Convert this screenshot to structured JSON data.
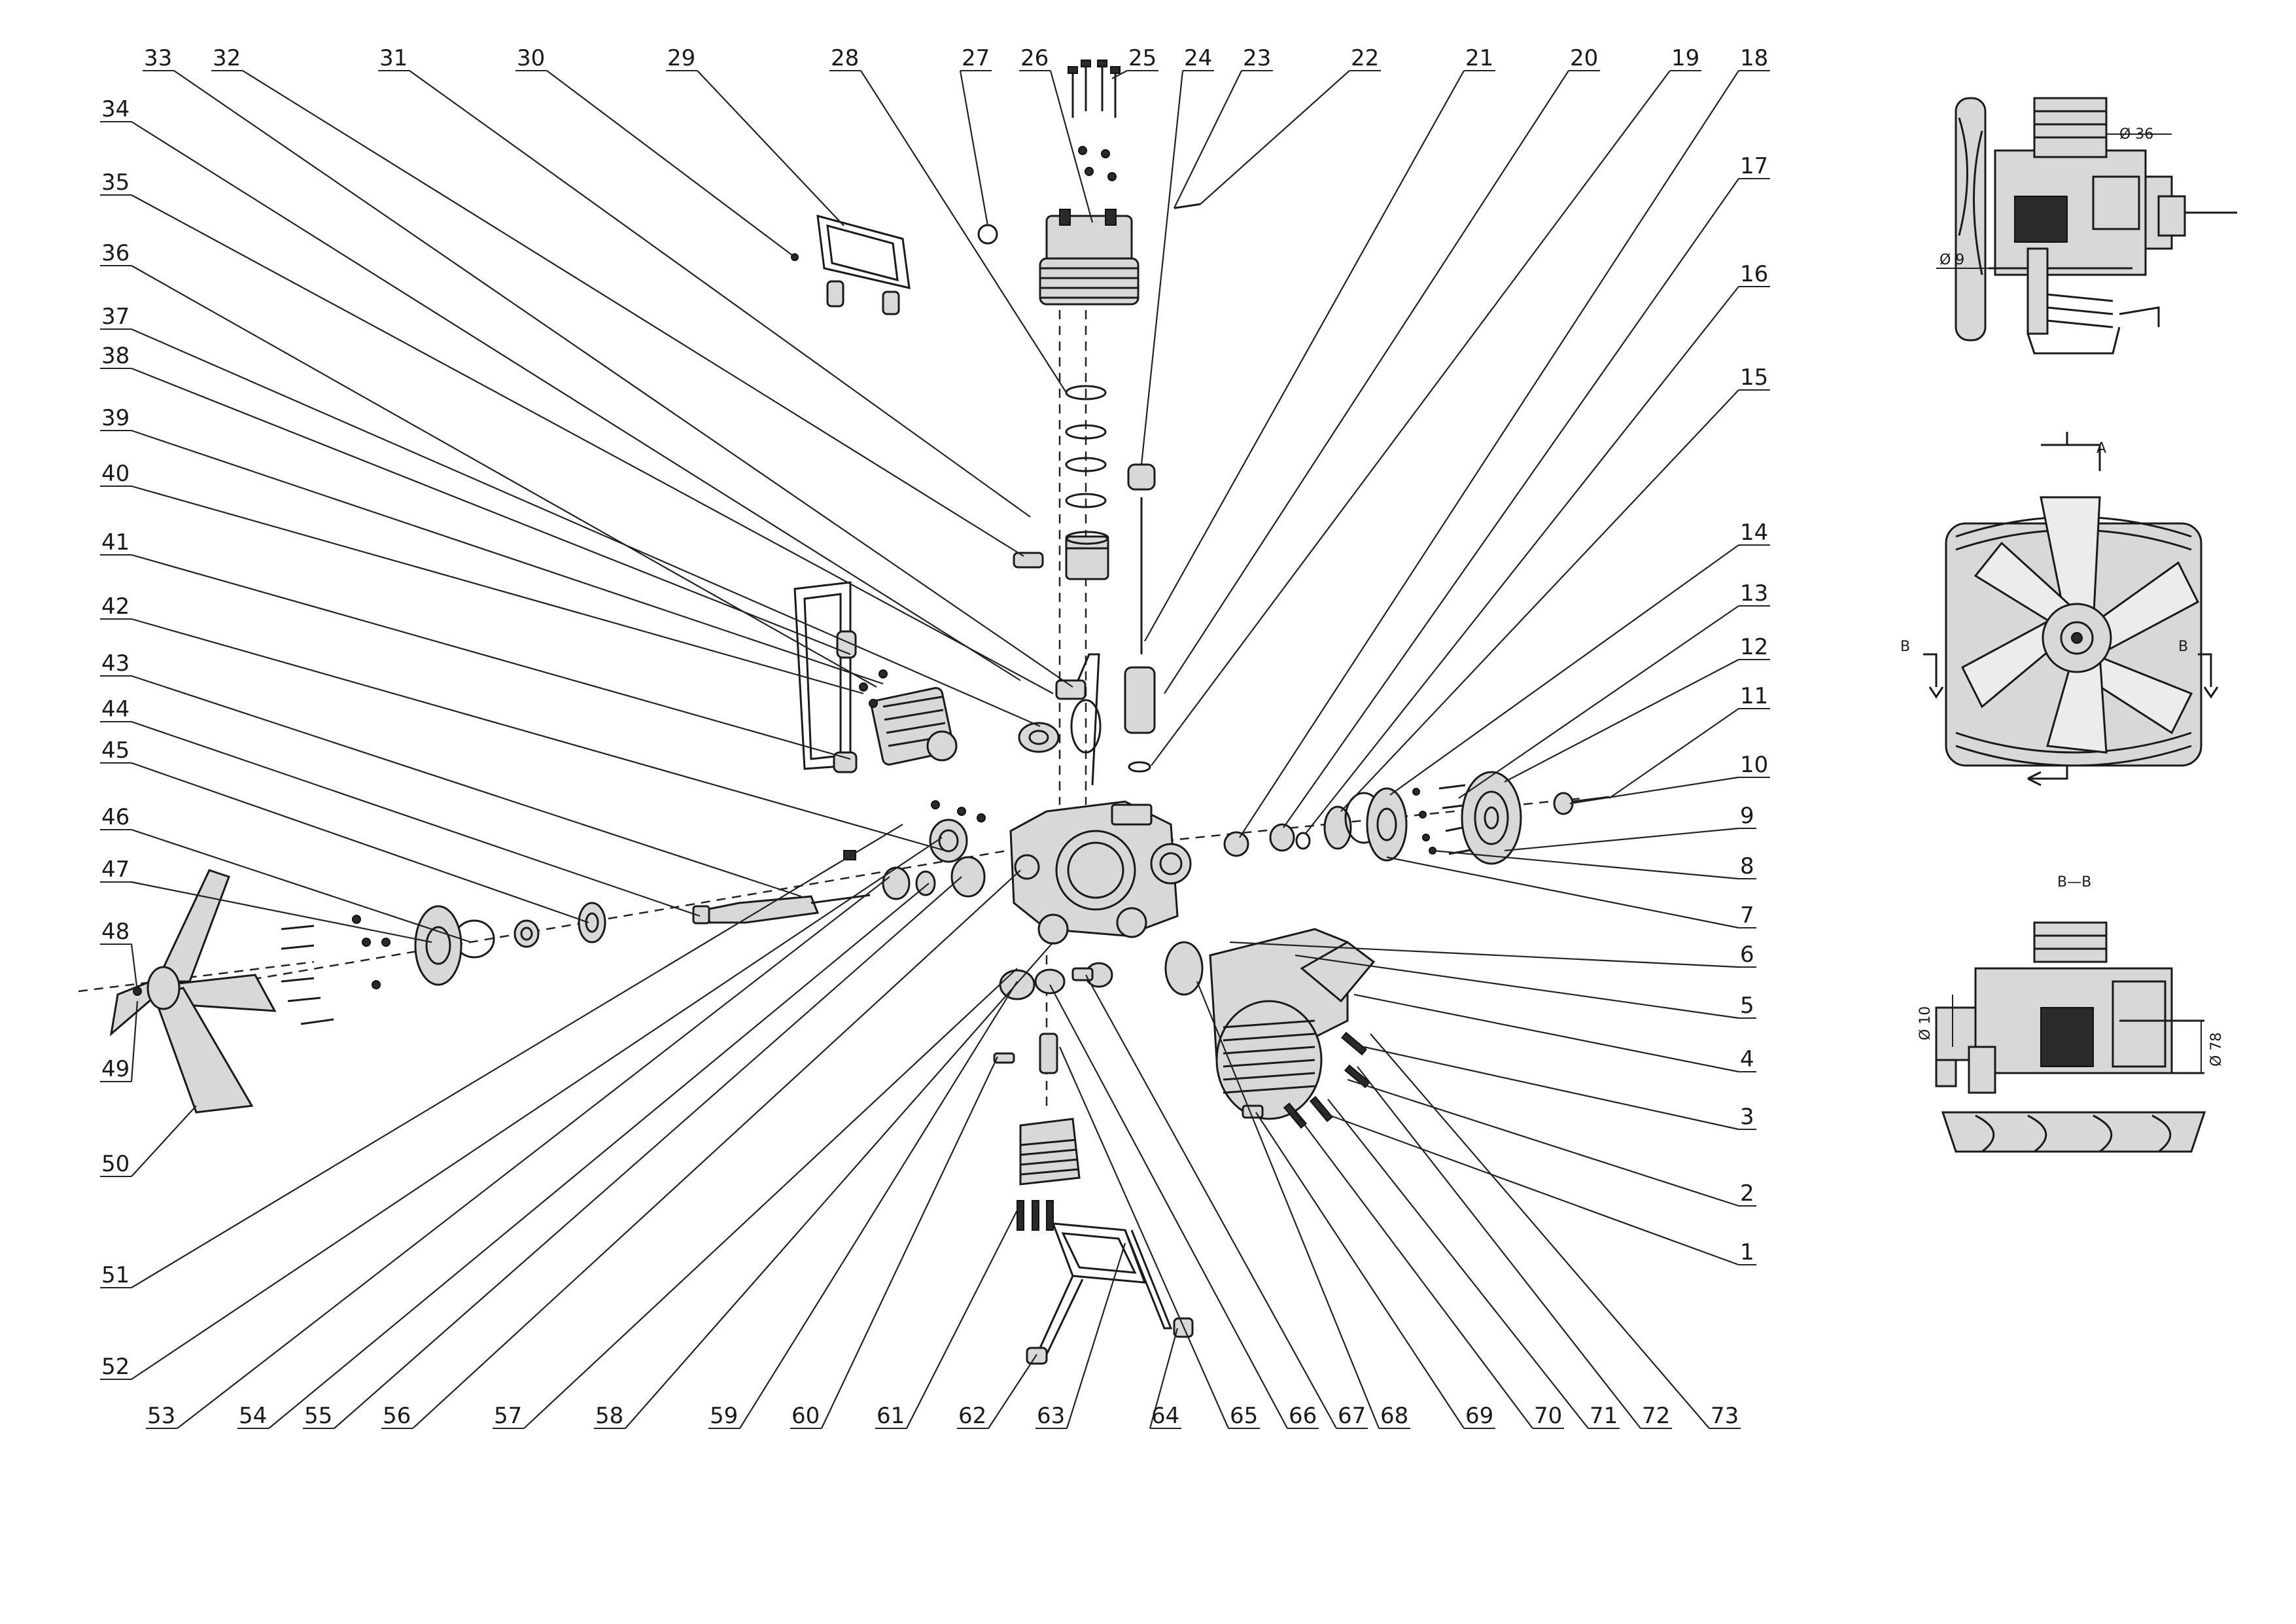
{
  "callouts": [
    {
      "n": "1"
    },
    {
      "n": "2"
    },
    {
      "n": "3"
    },
    {
      "n": "4"
    },
    {
      "n": "5"
    },
    {
      "n": "6"
    },
    {
      "n": "7"
    },
    {
      "n": "8"
    },
    {
      "n": "9"
    },
    {
      "n": "10"
    },
    {
      "n": "11"
    },
    {
      "n": "12"
    },
    {
      "n": "13"
    },
    {
      "n": "14"
    },
    {
      "n": "15"
    },
    {
      "n": "16"
    },
    {
      "n": "17"
    },
    {
      "n": "18"
    },
    {
      "n": "19"
    },
    {
      "n": "20"
    },
    {
      "n": "21"
    },
    {
      "n": "22"
    },
    {
      "n": "23"
    },
    {
      "n": "24"
    },
    {
      "n": "25"
    },
    {
      "n": "26"
    },
    {
      "n": "27"
    },
    {
      "n": "28"
    },
    {
      "n": "29"
    },
    {
      "n": "30"
    },
    {
      "n": "31"
    },
    {
      "n": "32"
    },
    {
      "n": "33"
    },
    {
      "n": "34"
    },
    {
      "n": "35"
    },
    {
      "n": "36"
    },
    {
      "n": "37"
    },
    {
      "n": "38"
    },
    {
      "n": "39"
    },
    {
      "n": "40"
    },
    {
      "n": "41"
    },
    {
      "n": "42"
    },
    {
      "n": "43"
    },
    {
      "n": "44"
    },
    {
      "n": "45"
    },
    {
      "n": "46"
    },
    {
      "n": "47"
    },
    {
      "n": "48"
    },
    {
      "n": "49"
    },
    {
      "n": "50"
    },
    {
      "n": "51"
    },
    {
      "n": "52"
    },
    {
      "n": "53"
    },
    {
      "n": "54"
    },
    {
      "n": "55"
    },
    {
      "n": "56"
    },
    {
      "n": "57"
    },
    {
      "n": "58"
    },
    {
      "n": "59"
    },
    {
      "n": "60"
    },
    {
      "n": "61"
    },
    {
      "n": "62"
    },
    {
      "n": "63"
    },
    {
      "n": "64"
    },
    {
      "n": "65"
    },
    {
      "n": "66"
    },
    {
      "n": "67"
    },
    {
      "n": "68"
    },
    {
      "n": "69"
    },
    {
      "n": "70"
    },
    {
      "n": "71"
    },
    {
      "n": "72"
    },
    {
      "n": "73"
    }
  ],
  "side_views": {
    "top_dim": "Ø 36",
    "top_dim2": "Ø 9",
    "middle_mark": "A",
    "middle_mark_left": "B",
    "middle_mark_right": "B",
    "section_title": "B—B",
    "bottom_dim": "Ø 10",
    "bottom_dim2": "Ø 78"
  }
}
